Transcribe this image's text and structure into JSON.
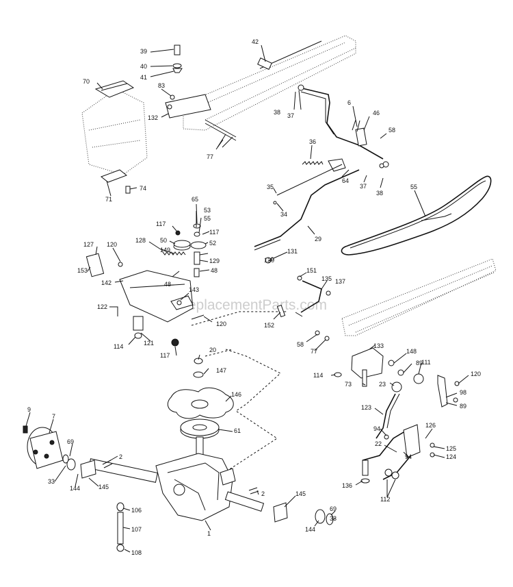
{
  "watermark": "eReplacementParts.com",
  "callouts": [
    "39",
    "40",
    "41",
    "42",
    "70",
    "83",
    "132",
    "38",
    "37",
    "6",
    "46",
    "58",
    "77",
    "36",
    "64",
    "37",
    "38",
    "35",
    "34",
    "55",
    "29",
    "65",
    "53",
    "55",
    "117",
    "52",
    "117",
    "50",
    "128",
    "127",
    "120",
    "153",
    "149",
    "129",
    "48",
    "48",
    "142",
    "143",
    "130",
    "131",
    "151",
    "135",
    "137",
    "122",
    "120",
    "114",
    "121",
    "117",
    "20",
    "147",
    "152",
    "58",
    "77",
    "133",
    "148",
    "89",
    "111",
    "114",
    "73",
    "23",
    "120",
    "98",
    "89",
    "146",
    "123",
    "9",
    "7",
    "61",
    "94",
    "126",
    "22",
    "125",
    "124",
    "69",
    "2",
    "94",
    "33",
    "144",
    "145",
    "136",
    "112",
    "2",
    "145",
    "106",
    "69",
    "33",
    "144",
    "107",
    "1",
    "108",
    "71",
    "74"
  ]
}
